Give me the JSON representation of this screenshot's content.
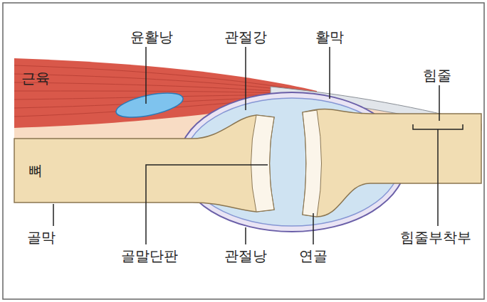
{
  "diagram": {
    "labels": [
      "윤활낭",
      "관절강",
      "활막",
      "힘줄",
      "근육",
      "뼈",
      "골막",
      "골말단판",
      "관절낭",
      "연골",
      "힘줄부착부"
    ]
  }
}
